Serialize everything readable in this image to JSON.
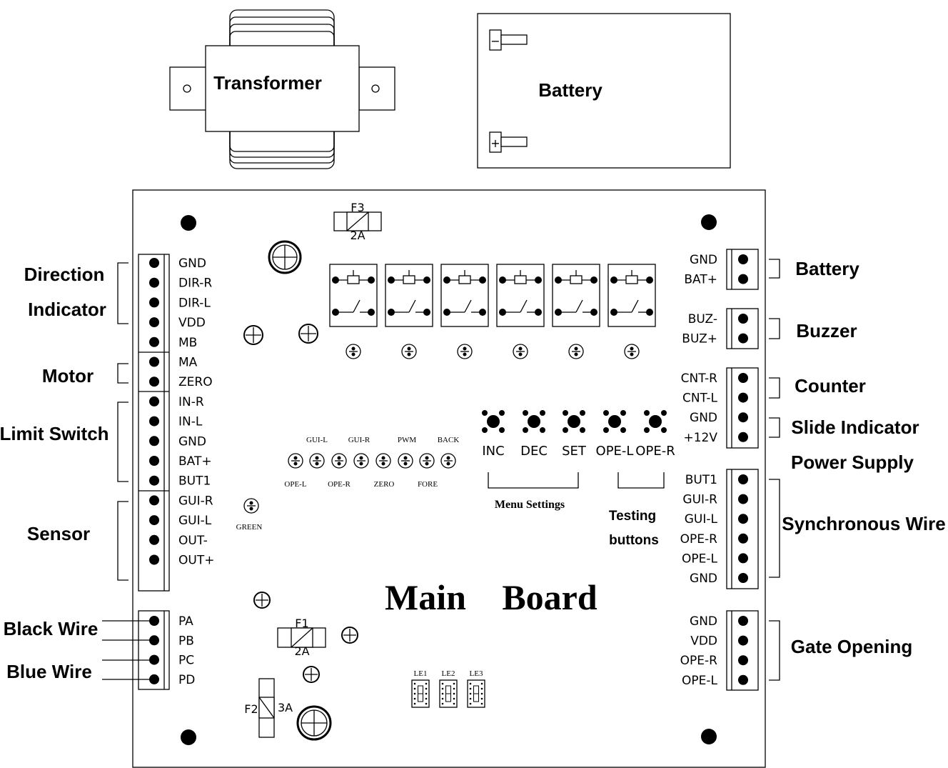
{
  "components": {
    "transformer": "Transformer",
    "battery": "Battery",
    "battery_minus": "−",
    "battery_plus": "+"
  },
  "board": {
    "title_word1": "Main",
    "title_word2": "Board"
  },
  "fuses": [
    {
      "id": "F3",
      "rating": "2A"
    },
    {
      "id": "F1",
      "rating": "2A"
    },
    {
      "id": "F2",
      "rating": "3A"
    }
  ],
  "left_terminals": [
    {
      "label": "Direction\nIndicator",
      "pins": [
        "GND",
        "DIR-R",
        "DIR-L",
        "VDD"
      ]
    },
    {
      "label": "Motor",
      "pins": [
        "MB",
        "MA"
      ]
    },
    {
      "label": "Limit Switch",
      "pins": [
        "ZERO",
        "IN-R",
        "IN-L",
        "GND",
        "BAT+"
      ]
    },
    {
      "label": "Sensor",
      "pins": [
        "BUT1",
        "GUI-R",
        "GUI-L",
        "OUT-",
        "OUT+"
      ]
    }
  ],
  "bottom_left_terminal": {
    "pins": [
      "PA",
      "PB",
      "PC",
      "PD"
    ],
    "wire_labels": [
      "Black Wire",
      "Blue Wire"
    ]
  },
  "right_terminals": [
    {
      "labels": [
        "Battery"
      ],
      "pins": [
        "GND",
        "BAT+"
      ]
    },
    {
      "labels": [
        "Buzzer"
      ],
      "pins": [
        "BUZ-",
        "BUZ+"
      ]
    },
    {
      "labels": [
        "Counter",
        "Slide Indicator",
        "Power Supply"
      ],
      "pins": [
        "CNT-R",
        "CNT-L",
        "GND",
        "+12V"
      ]
    },
    {
      "labels": [
        "Synchronous Wire"
      ],
      "pins": [
        "BUT1",
        "GUI-R",
        "GUI-L",
        "OPE-R",
        "OPE-L",
        "GND"
      ]
    },
    {
      "labels": [
        "Gate Opening"
      ],
      "pins": [
        "GND",
        "VDD",
        "OPE-R",
        "OPE-L"
      ]
    }
  ],
  "led_labels_top": [
    "GUI-L",
    "GUI-R",
    "PWM",
    "BACK"
  ],
  "led_labels_bottom": [
    "OPE-L",
    "OPE-R",
    "ZERO",
    "FORE"
  ],
  "green_led": "GREEN",
  "buttons": [
    "INC",
    "DEC",
    "SET",
    "OPE-L",
    "OPE-R"
  ],
  "menu_settings": "Menu Settings",
  "testing_buttons": [
    "Testing",
    "buttons"
  ],
  "displays": [
    "LE1",
    "LE2",
    "LE3"
  ]
}
